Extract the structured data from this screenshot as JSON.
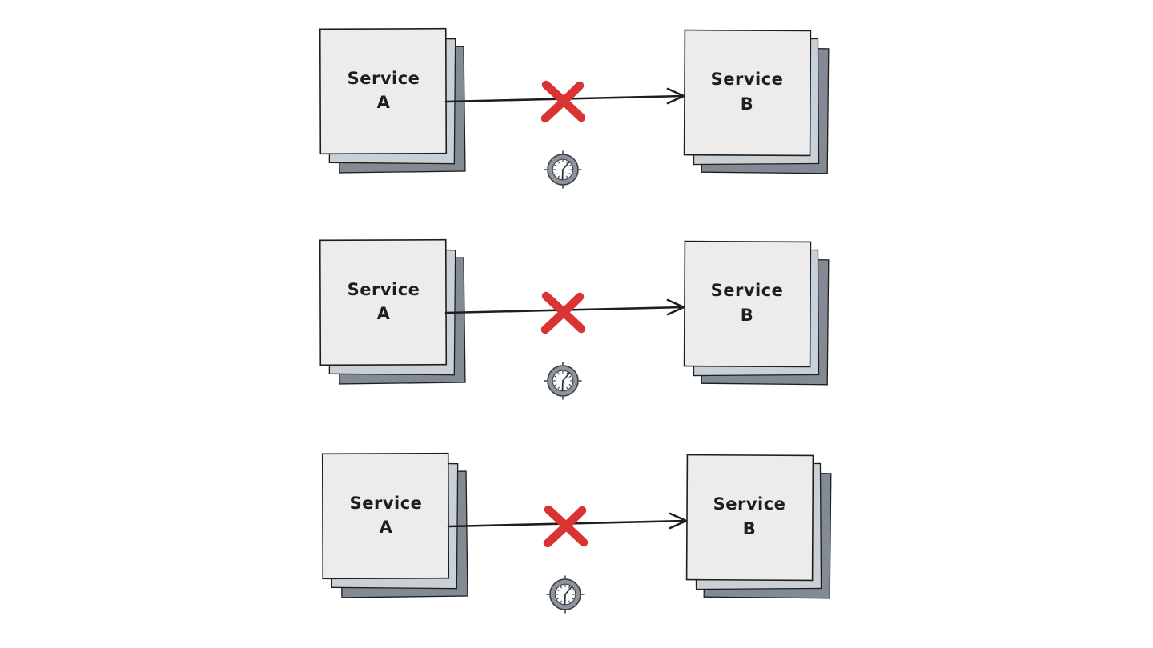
{
  "colors": {
    "ink": "#1e1e1e",
    "card_front": "#ececec",
    "card_mid": "#c9d0d6",
    "card_back": "#828b94",
    "error_x": "#da3333",
    "clock_ring": "#8d949b",
    "clock_edge": "#3f454b",
    "clock_face": "#fbfbfb",
    "background": "#ffffff"
  },
  "icons": {
    "failure": "red-x-cross",
    "timeout": "analog-clock"
  },
  "rows": [
    {
      "from": {
        "line1": "Service",
        "line2": "A"
      },
      "to": {
        "line1": "Service",
        "line2": "B"
      }
    },
    {
      "from": {
        "line1": "Service",
        "line2": "A"
      },
      "to": {
        "line1": "Service",
        "line2": "B"
      }
    },
    {
      "from": {
        "line1": "Service",
        "line2": "A"
      },
      "to": {
        "line1": "Service",
        "line2": "B"
      }
    }
  ]
}
